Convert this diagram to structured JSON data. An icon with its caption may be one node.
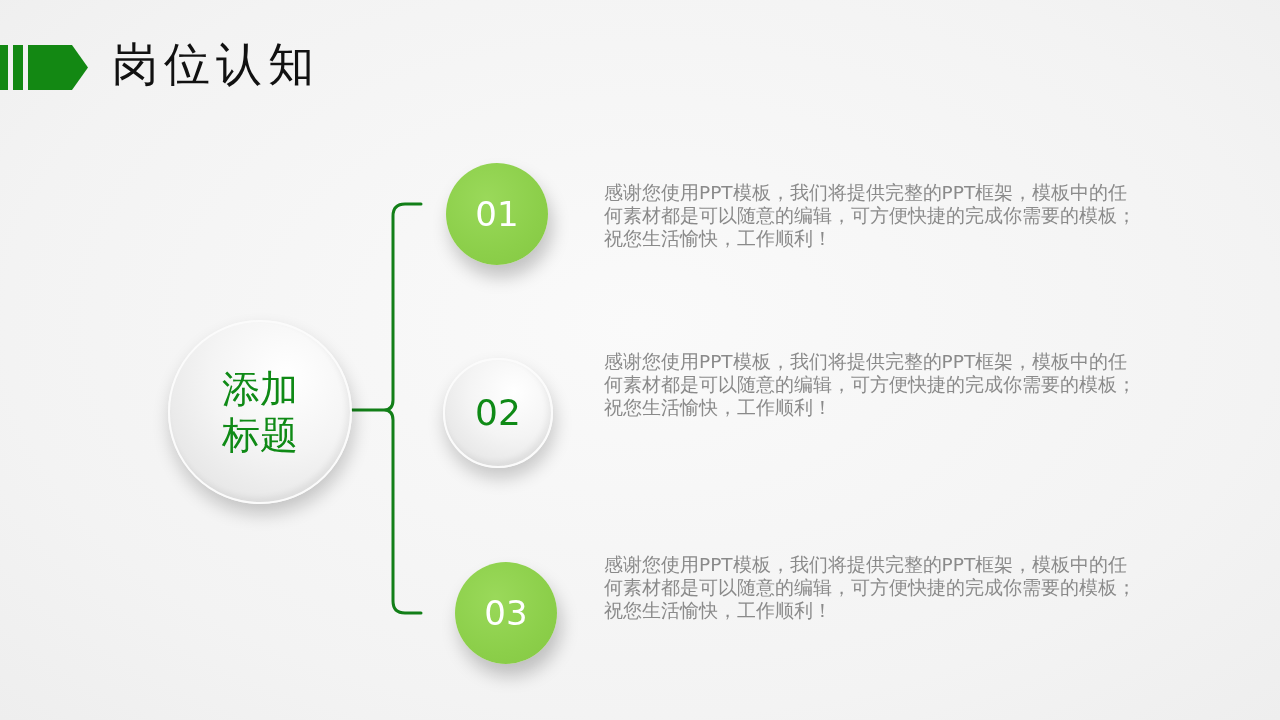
{
  "diagram": {
    "title": "岗位认知",
    "nodes": [
      {
        "text": [
          "添加标题"
        ]
      },
      {
        "text": [
          "01"
        ],
        "beside": [
          "感谢您使用PPT模板，我们将提供完整的PPT框架，模板中的任何素材都是可以随意的编辑，可方便快捷的完成你需要的模板；祝您生活愉快，工作顺利！"
        ]
      },
      {
        "text": [
          "02"
        ],
        "beside": [
          "感谢您使用PPT模板，我们将提供完整的PPT框架，模板中的任何素材都是可以随意的编辑，可方便快捷的完成你需要的模板；祝您生活愉快，工作顺利！"
        ]
      },
      {
        "text": [
          "03"
        ],
        "beside": [
          "感谢您使用PPT模板，我们将提供完整的PPT框架，模板中的任何素材都是可以随意的编辑，可方便快捷的完成你需要的模板；祝您生活愉快，工作顺利！"
        ]
      }
    ]
  }
}
